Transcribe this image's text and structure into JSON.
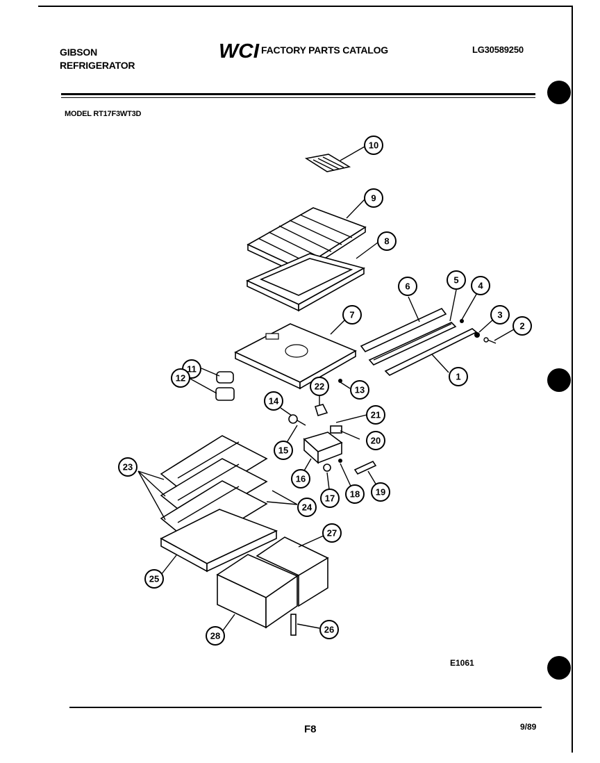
{
  "header": {
    "brand_line1": "GIBSON",
    "brand_line2": "REFRIGERATOR",
    "logo_text": "WCI",
    "catalog_title": "FACTORY PARTS CATALOG",
    "doc_number": "LG30589250",
    "model": "MODEL RT17F3WT3D"
  },
  "diagram": {
    "callouts": [
      "10",
      "9",
      "8",
      "6",
      "5",
      "4",
      "3",
      "2",
      "7",
      "1",
      "11",
      "12",
      "22",
      "13",
      "14",
      "21",
      "15",
      "20",
      "23",
      "16",
      "17",
      "18",
      "19",
      "24",
      "27",
      "25",
      "28",
      "26"
    ],
    "code": "E1061"
  },
  "footer": {
    "page": "F8",
    "date": "9/89"
  }
}
